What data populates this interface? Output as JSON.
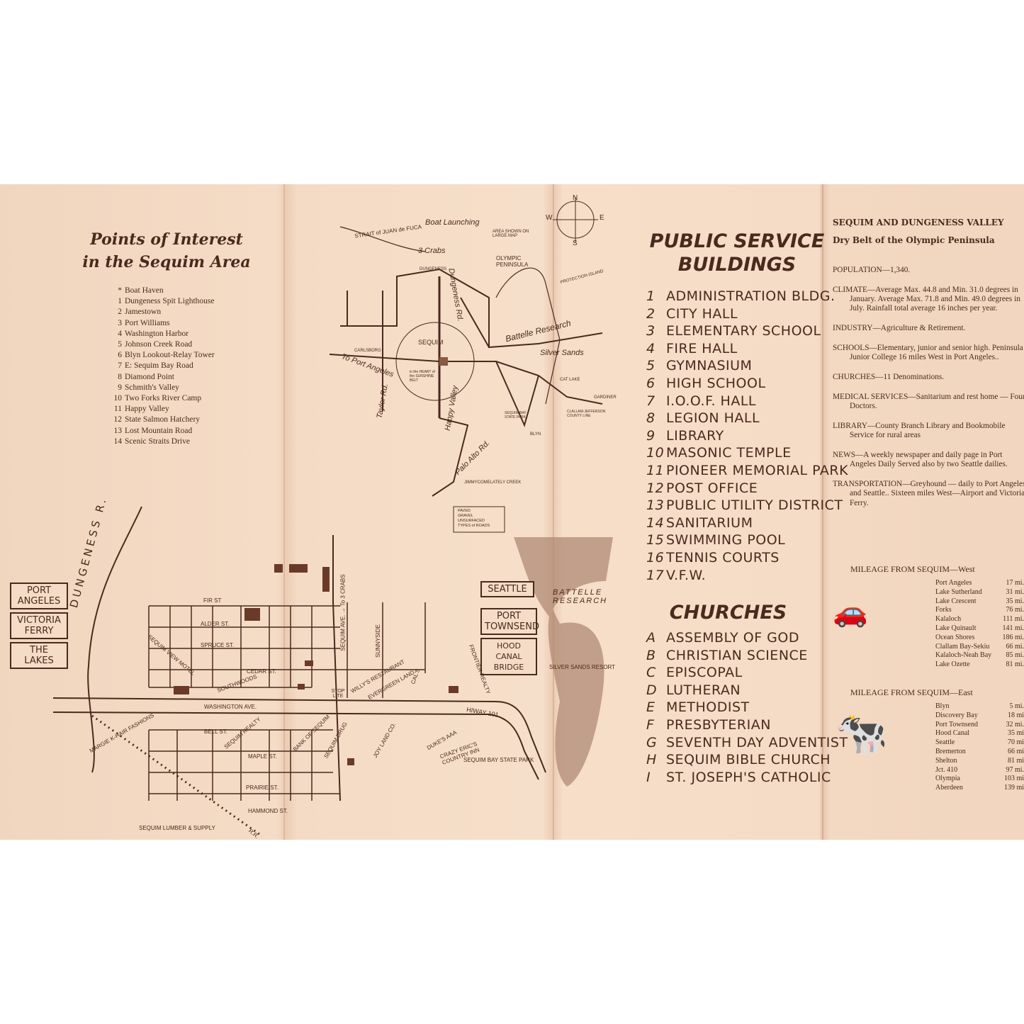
{
  "colors": {
    "paper": "#f3d9c3",
    "ink": "#4a2a1e",
    "bay": "#b08a74"
  },
  "poi": {
    "title_line1": "Points of Interest",
    "title_line2": "in the Sequim Area",
    "items": [
      {
        "n": "*",
        "label": "Boat Haven"
      },
      {
        "n": "1",
        "label": "Dungeness Spit Lighthouse"
      },
      {
        "n": "2",
        "label": "Jamestown"
      },
      {
        "n": "3",
        "label": "Port Williams"
      },
      {
        "n": "4",
        "label": "Washington Harbor"
      },
      {
        "n": "5",
        "label": "Johnson Creek Road"
      },
      {
        "n": "6",
        "label": "Blyn Lookout-Relay Tower"
      },
      {
        "n": "7",
        "label": "E: Sequim Bay Road"
      },
      {
        "n": "8",
        "label": "Diamond Point"
      },
      {
        "n": "9",
        "label": "Schmith's Valley"
      },
      {
        "n": "10",
        "label": "Two Forks River Camp"
      },
      {
        "n": "11",
        "label": "Happy Valley"
      },
      {
        "n": "12",
        "label": "State Salmon Hatchery"
      },
      {
        "n": "13",
        "label": "Lost Mountain Road"
      },
      {
        "n": "14",
        "label": "Scenic Straits Drive"
      }
    ]
  },
  "area_map": {
    "labels": {
      "strait": "STRAIT of JUAN de FUCA",
      "boat": "Boat Launching",
      "crabs": "3 Crabs",
      "dungeness": "DUNGENESS",
      "inset": "AREA SHOWN ON LARGE MAP",
      "olympic": "OLYMPIC PENINSULA",
      "protection": "PROTECTION ISLAND",
      "battelle": "Battelle Research",
      "silver": "Silver Sands",
      "sequim": "SEQUIM",
      "heart": "in the HEART of the SUNSHINE BELT",
      "carlsborg": "CARLSBORG",
      "port_angeles": "To Port Angeles",
      "taylor": "Taylor Rd.",
      "happy": "Happy Valley",
      "dungeness_rd": "Dungeness Rd.",
      "palo": "Palo Alto Rd.",
      "jimmy": "JIMMYCOMELATELY CREEK",
      "cat": "CAT LAKE",
      "blyn": "BLYN",
      "gardiner": "GARDINER",
      "county": "CLALLAM-JEFFERSON COUNTY LINE",
      "state_park": "SEQUIM BAY STATE PARK"
    },
    "compass": [
      "N",
      "E",
      "S",
      "W"
    ],
    "legend": {
      "items": [
        "PAVED",
        "GRAVEL",
        "UNSURFACED"
      ],
      "title": "TYPES of ROADS"
    }
  },
  "town_map": {
    "river": "DUNGENESS R.",
    "signs_west": [
      "PORT ANGELES",
      "VICTORIA FERRY",
      "THE LAKES"
    ],
    "signs_east": [
      "SEATTLE",
      "PORT TOWNSEND",
      "HOOD CANAL BRIDGE"
    ],
    "streets": {
      "fir": "FIR ST",
      "alder": "ALDER ST.",
      "spruce": "SPRUCE ST.",
      "cedar": "CEDAR ST.",
      "washington": "WASHINGTON AVE.",
      "bell": "BELL ST.",
      "maple": "MAPLE ST.",
      "prairie": "PRAIRIE ST.",
      "hammond": "HAMMOND ST.",
      "sequim_ave": "SEQUIM AVE. → To 3 CRABS",
      "sunnyside": "SUNNYSIDE",
      "hiway": "HIWAY 101",
      "rr": "R.R.",
      "southwoods": "SOUTHWOODS",
      "stoplite": "STOP LITE"
    },
    "businesses": [
      "SEQUIM VIEW MOTEL",
      "MARGIE K-HAIR FASHIONS",
      "SEQUIM REALTY",
      "BANK OF SEQUIM",
      "SEQUIM DRUG",
      "WILLY'S RESTAURANT",
      "EVERGREEN LAND",
      "CAL'S",
      "FRONTIER REALTY",
      "JOY LAND CO.",
      "DUKE'S AAA",
      "CRAZY ERIC'S COUNTRY INN",
      "SEQUIM BAY STATE PARK",
      "SEQUIM LUMBER & SUPPLY",
      "SILVER SANDS RESORT"
    ],
    "battelle": "BATTELLE RESEARCH"
  },
  "public": {
    "title_line1": "PUBLIC SERVICE",
    "title_line2": "BUILDINGS",
    "items": [
      {
        "n": "1",
        "label": "ADMINISTRATION BLDG."
      },
      {
        "n": "2",
        "label": "CITY HALL"
      },
      {
        "n": "3",
        "label": "ELEMENTARY SCHOOL"
      },
      {
        "n": "4",
        "label": "FIRE HALL"
      },
      {
        "n": "5",
        "label": "GYMNASIUM"
      },
      {
        "n": "6",
        "label": "HIGH SCHOOL"
      },
      {
        "n": "7",
        "label": "I.O.O.F. HALL"
      },
      {
        "n": "8",
        "label": "LEGION HALL"
      },
      {
        "n": "9",
        "label": "LIBRARY"
      },
      {
        "n": "10",
        "label": "MASONIC TEMPLE"
      },
      {
        "n": "11",
        "label": "PIONEER MEMORIAL PARK"
      },
      {
        "n": "12",
        "label": "POST OFFICE"
      },
      {
        "n": "13",
        "label": "PUBLIC UTILITY DISTRICT"
      },
      {
        "n": "14",
        "label": "SANITARIUM"
      },
      {
        "n": "15",
        "label": "SWIMMING POOL"
      },
      {
        "n": "16",
        "label": "TENNIS COURTS"
      },
      {
        "n": "17",
        "label": "V.F.W."
      }
    ]
  },
  "churches": {
    "title": "CHURCHES",
    "items": [
      {
        "n": "A",
        "label": "ASSEMBLY OF GOD"
      },
      {
        "n": "B",
        "label": "CHRISTIAN SCIENCE"
      },
      {
        "n": "C",
        "label": "EPISCOPAL"
      },
      {
        "n": "D",
        "label": "LUTHERAN"
      },
      {
        "n": "E",
        "label": "METHODIST"
      },
      {
        "n": "F",
        "label": "PRESBYTERIAN"
      },
      {
        "n": "G",
        "label": "SEVENTH DAY ADVENTIST"
      },
      {
        "n": "H",
        "label": "SEQUIM BIBLE CHURCH"
      },
      {
        "n": "I",
        "label": "ST. JOSEPH'S CATHOLIC"
      }
    ]
  },
  "info": {
    "title": "SEQUIM AND DUNGENESS VALLEY",
    "subtitle": "Dry Belt of the Olympic Peninsula",
    "paragraphs": [
      "POPULATION—1,340.",
      "CLIMATE—Average Max. 44.8 and Min. 31.0 degrees in January. Average Max. 71.8 and Min. 49.0 degrees in July. Rainfall total average 16 inches per year.",
      "INDUSTRY—Agriculture & Retirement.",
      "SCHOOLS—Elementary, junior and senior high. Peninsula Junior College 16 miles West in Port Angeles..",
      "CHURCHES—11 Denominations.",
      "MEDICAL SERVICES—Sanitarium and rest home — Four Doctors.",
      "LIBRARY—County Branch Library and Bookmobile Service for rural areas",
      "NEWS—A weekly newspaper and daily page in Port Angeles Daily Served also by two Seattle dailies.",
      "TRANSPORTATION—Greyhound — daily to Port Angeles and Seattle.. Sixteen miles West—Airport and Victoria Ferry."
    ],
    "west_title": "MILEAGE FROM SEQUIM—West",
    "west": [
      {
        "place": "Port Angeles",
        "mi": "17 mi."
      },
      {
        "place": "Lake Sutherland",
        "mi": "31 mi."
      },
      {
        "place": "Lake Crescent",
        "mi": "35 mi."
      },
      {
        "place": "Forks",
        "mi": "76 mi."
      },
      {
        "place": "Kalaloch",
        "mi": "111 mi."
      },
      {
        "place": "Lake Quinault",
        "mi": "141 mi."
      },
      {
        "place": "Ocean Shores",
        "mi": "186 mi."
      },
      {
        "place": "Clallam Bay-Sekiu",
        "mi": "66 mi."
      },
      {
        "place": "Kalaloch-Neah Bay",
        "mi": "85 mi."
      },
      {
        "place": "Lake Ozette",
        "mi": "81 mi."
      }
    ],
    "east_title": "MILEAGE FROM SEQUIM—East",
    "east": [
      {
        "place": "Blyn",
        "mi": "5 mi."
      },
      {
        "place": "Discovery Bay",
        "mi": "18 mi"
      },
      {
        "place": "Port Townsend",
        "mi": "32 mi."
      },
      {
        "place": "Hood Canal",
        "mi": "35 mi"
      },
      {
        "place": "Seattle",
        "mi": "70 mi"
      },
      {
        "place": "Bremerton",
        "mi": "66 mi"
      },
      {
        "place": "Shelton",
        "mi": "81 mi"
      },
      {
        "place": "Jct. 410",
        "mi": "97 mi."
      },
      {
        "place": "Olympia",
        "mi": "103 mi"
      },
      {
        "place": "Aberdeen",
        "mi": "139 mi"
      }
    ]
  }
}
